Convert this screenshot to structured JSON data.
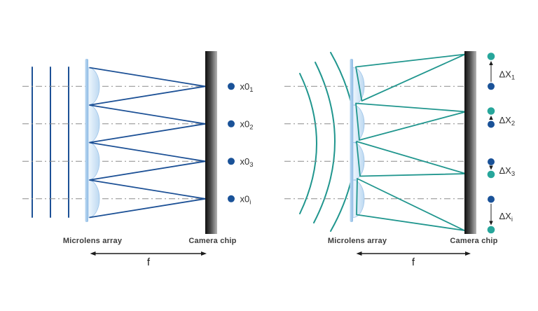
{
  "figure": {
    "description": "Shack-Hartmann wavefront sensor principle: plane wavefront vs distorted wavefront on a microlens array",
    "colors": {
      "blue": "#1d5196",
      "teal": "#20968e",
      "blue_dot": "#1a5298",
      "teal_dot": "#27a69b",
      "lens_bar": "#a6cae9",
      "lens_fill_light": "#eef6fd",
      "lens_fill_dark": "#bdd9f1",
      "axis_gray": "#8a8a8a",
      "chip_dark": "#0f0f0f",
      "chip_light": "#b5b5b5",
      "text": "#3c3c3c",
      "arrow_black": "#1c1c1c"
    }
  },
  "panels": [
    {
      "name": "plane-wavefront-panel",
      "wavefront": "plane",
      "labels": {
        "microlens": "Microlens array",
        "chip": "Camera chip",
        "focal": "f"
      },
      "spots": [
        {
          "base": "x0",
          "sub": "1"
        },
        {
          "base": "x0",
          "sub": "2"
        },
        {
          "base": "x0",
          "sub": "3"
        },
        {
          "base": "x0",
          "sub": "i"
        }
      ]
    },
    {
      "name": "distorted-wavefront-panel",
      "wavefront": "curved",
      "labels": {
        "microlens": "Microlens array",
        "chip": "Camera chip",
        "focal": "f"
      },
      "spots": [
        {
          "base": "ΔX",
          "sub": "1",
          "shift": "up-large"
        },
        {
          "base": "ΔX",
          "sub": "2",
          "shift": "up-small"
        },
        {
          "base": "ΔX",
          "sub": "3",
          "shift": "down-small"
        },
        {
          "base": "ΔX",
          "sub": "i",
          "shift": "down-large"
        }
      ]
    }
  ]
}
